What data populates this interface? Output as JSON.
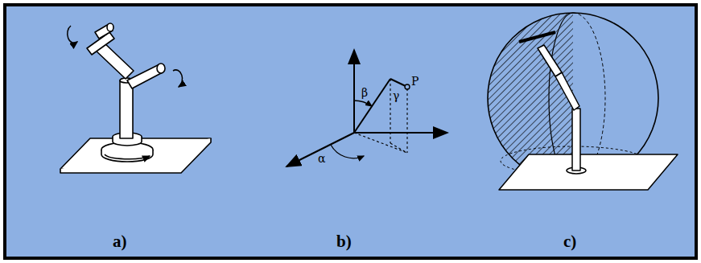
{
  "diagram": {
    "labels": [
      "β",
      "γ",
      "P",
      "α",
      "a)",
      "b)",
      "c)"
    ]
  }
}
